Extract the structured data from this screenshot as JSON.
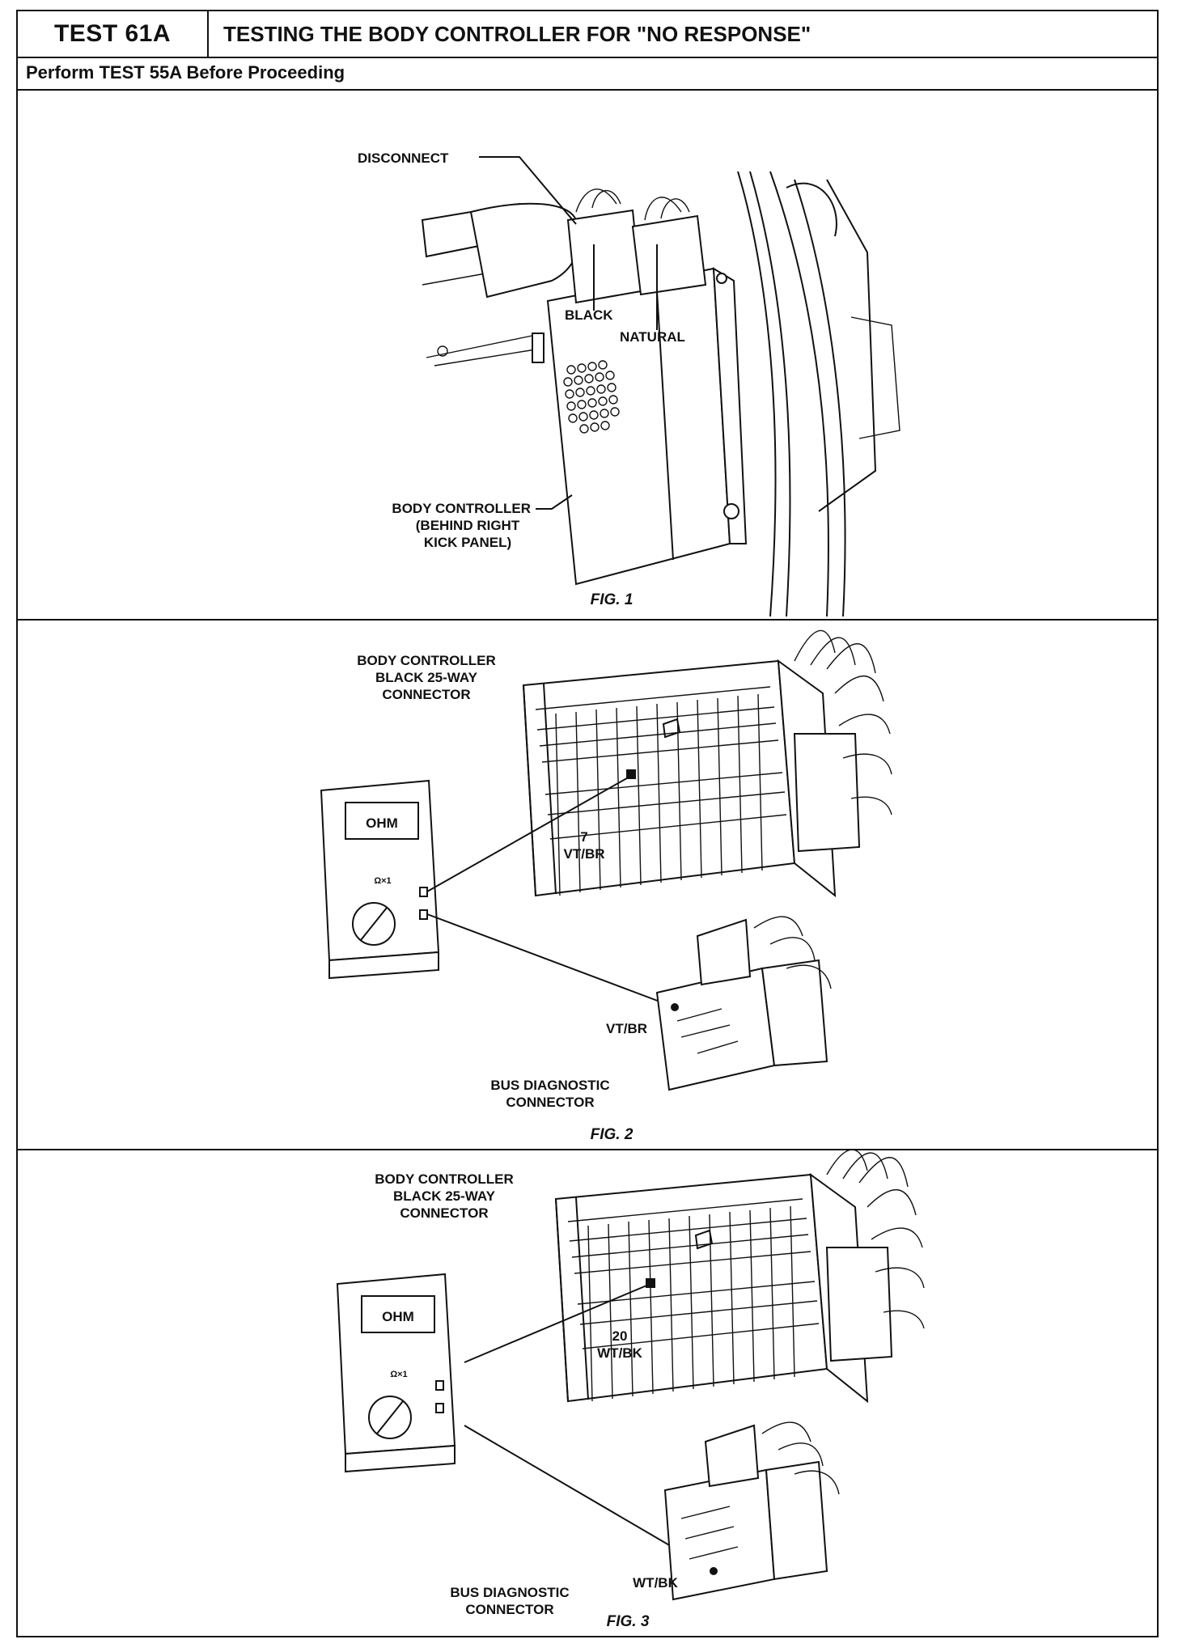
{
  "header": {
    "test_id": "TEST 61A",
    "title": "TESTING THE BODY CONTROLLER FOR \"NO RESPONSE\"",
    "prerequisite": "Perform TEST 55A Before Proceeding"
  },
  "fig1": {
    "caption": "FIG. 1",
    "labels": {
      "disconnect": "DISCONNECT",
      "black": "BLACK",
      "natural": "NATURAL",
      "body_controller_1": "BODY CONTROLLER",
      "body_controller_2": "(BEHIND RIGHT",
      "body_controller_3": "KICK PANEL)"
    }
  },
  "fig2": {
    "caption": "FIG. 2",
    "labels": {
      "connector_1": "BODY CONTROLLER",
      "connector_2": "BLACK 25-WAY",
      "connector_3": "CONNECTOR",
      "pin": "7",
      "pin_wire": "VT/BR",
      "meter_display": "OHM",
      "meter_range": "Ω×1",
      "diag_wire": "VT/BR",
      "diag_1": "BUS DIAGNOSTIC",
      "diag_2": "CONNECTOR"
    }
  },
  "fig3": {
    "caption": "FIG. 3",
    "labels": {
      "connector_1": "BODY CONTROLLER",
      "connector_2": "BLACK 25-WAY",
      "connector_3": "CONNECTOR",
      "pin": "20",
      "pin_wire": "WT/BK",
      "meter_display": "OHM",
      "meter_range": "Ω×1",
      "diag_wire": "WT/BK",
      "diag_1": "BUS DIAGNOSTIC",
      "diag_2": "CONNECTOR"
    }
  }
}
